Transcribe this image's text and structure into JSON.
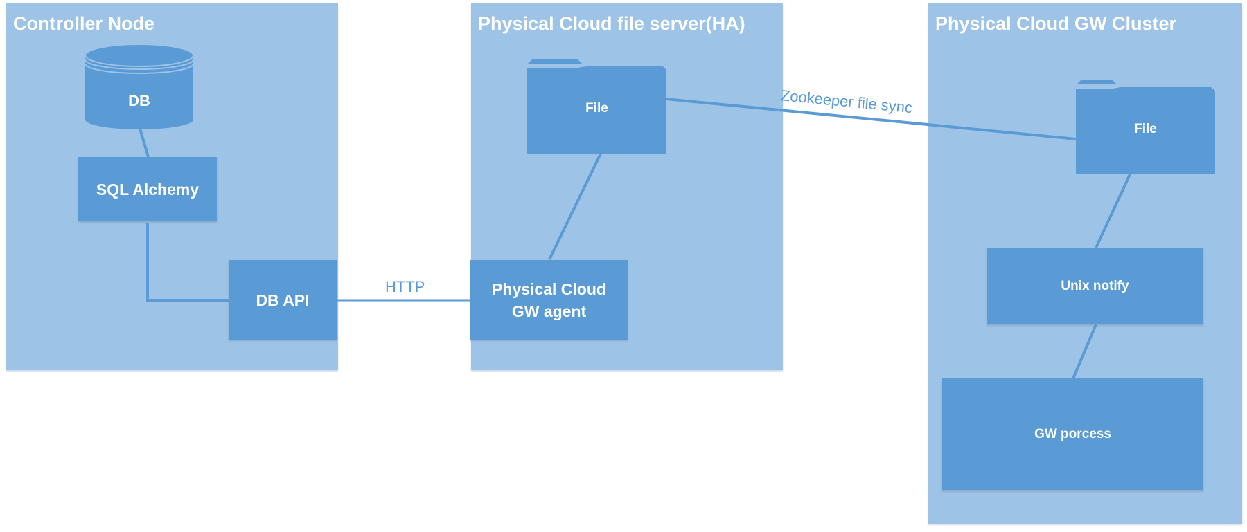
{
  "containers": {
    "controller": {
      "title": "Controller Node"
    },
    "fileserver": {
      "title": "Physical Cloud file server(HA)"
    },
    "gwcluster": {
      "title": "Physical Cloud GW Cluster"
    }
  },
  "nodes": {
    "db": "DB",
    "sql_alchemy": "SQL Alchemy",
    "db_api": "DB API",
    "file_server_file": "File",
    "gw_agent_line1": "Physical Cloud",
    "gw_agent_line2": "GW agent",
    "cluster_file": "File",
    "unix_notify": "Unix notify",
    "gw_process": "GW porcess"
  },
  "edges": {
    "http": "HTTP",
    "zookeeper": "Zookeeper file sync"
  },
  "colors": {
    "container_fill": "#9dc3e6",
    "shape_fill": "#5b9bd5",
    "text_light": "#ffffff",
    "connector": "#5b9bd5"
  }
}
